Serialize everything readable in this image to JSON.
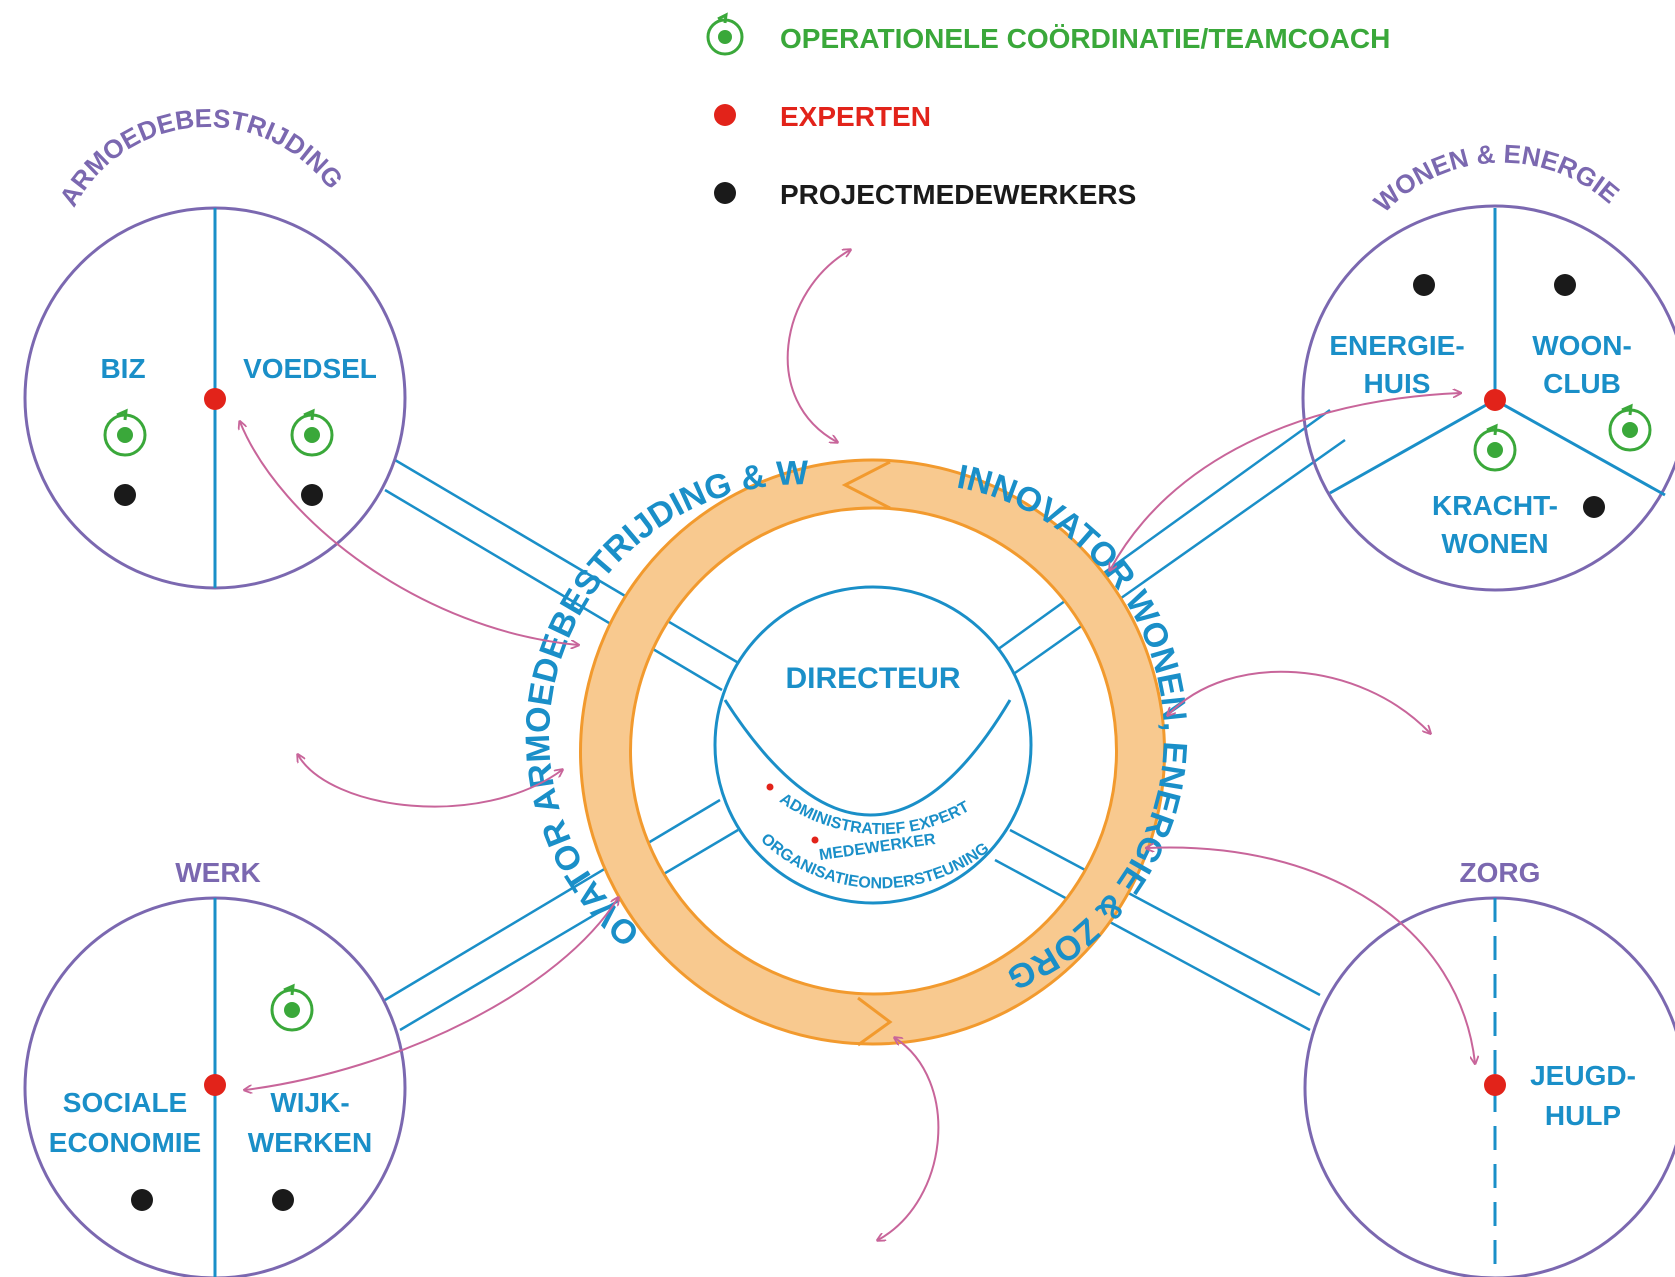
{
  "legend": {
    "coordination": "OPERATIONELE COÖRDINATIE/TEAMCOACH",
    "experts": "EXPERTEN",
    "project_staff": "PROJECTMEDEWERKERS"
  },
  "colors": {
    "blue": "#1a8fc8",
    "purple": "#7b68b0",
    "green": "#3aa83a",
    "red": "#e2231a",
    "black": "#1a1a1a",
    "orange_fill": "#f8c98f",
    "orange_stroke": "#f29a2e",
    "pink": "#c8659a"
  },
  "clusters": {
    "armoede": {
      "title": "ARMOEDEBESTRIJDING",
      "left": "BIZ",
      "right": "VOEDSEL"
    },
    "wonen": {
      "title": "WONEN & ENERGIE",
      "a1": "ENERGIE-",
      "a2": "HUIS",
      "b1": "WOON-",
      "b2": "CLUB",
      "c1": "KRACHT-",
      "c2": "WONEN"
    },
    "werk": {
      "title": "WERK",
      "l1": "SOCIALE",
      "l2": "ECONOMIE",
      "r1": "WIJK-",
      "r2": "WERKEN"
    },
    "zorg": {
      "title": "ZORG",
      "r1": "JEUGD-",
      "r2": "HULP"
    }
  },
  "ring": {
    "left": "INNOVATOR ARMOEDEBESTRIJDING & WERK",
    "right": "INNOVATOR WONEN, ENERGIE & ZORG"
  },
  "center": {
    "director": "DIRECTEUR",
    "admin": "ADMINISTRATIEF EXPERT",
    "staff1": "MEDEWERKER",
    "staff2": "ORGANISATIEONDERSTEUNING"
  }
}
